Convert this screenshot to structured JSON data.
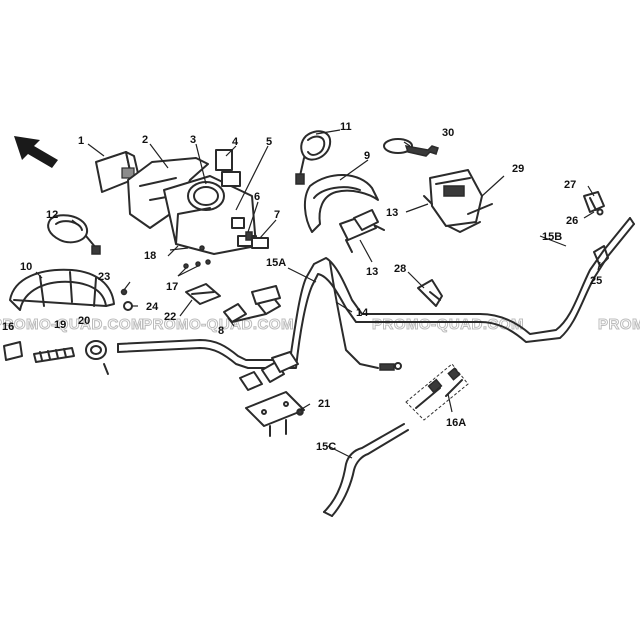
{
  "watermark": {
    "w1": "PROMO-QUAD.COM",
    "w2": "PROMO-QUAD.COM",
    "w3": "PROMO-QUAD.COM",
    "w4": "PROMO-QUAD.COM",
    "w5": "PROMO-"
  },
  "callouts": {
    "c1": "1",
    "c2": "2",
    "c3": "3",
    "c4": "4",
    "c5": "5",
    "c6": "6",
    "c7": "7",
    "c8": "8",
    "c9": "9",
    "c10": "10",
    "c11": "11",
    "c12": "12",
    "c13a": "13",
    "c13b": "13",
    "c14": "14",
    "c15A": "15A",
    "c15B": "15B",
    "c15C": "15C",
    "c16": "16",
    "c16A": "16A",
    "c17": "17",
    "c18": "18",
    "c19": "19",
    "c20": "20",
    "c21": "21",
    "c22": "22",
    "c23": "23",
    "c24": "24",
    "c25": "25",
    "c26": "26",
    "c27": "27",
    "c28": "28",
    "c29": "29",
    "c30": "30"
  },
  "icons": {
    "direction": "front-arrow-icon"
  }
}
